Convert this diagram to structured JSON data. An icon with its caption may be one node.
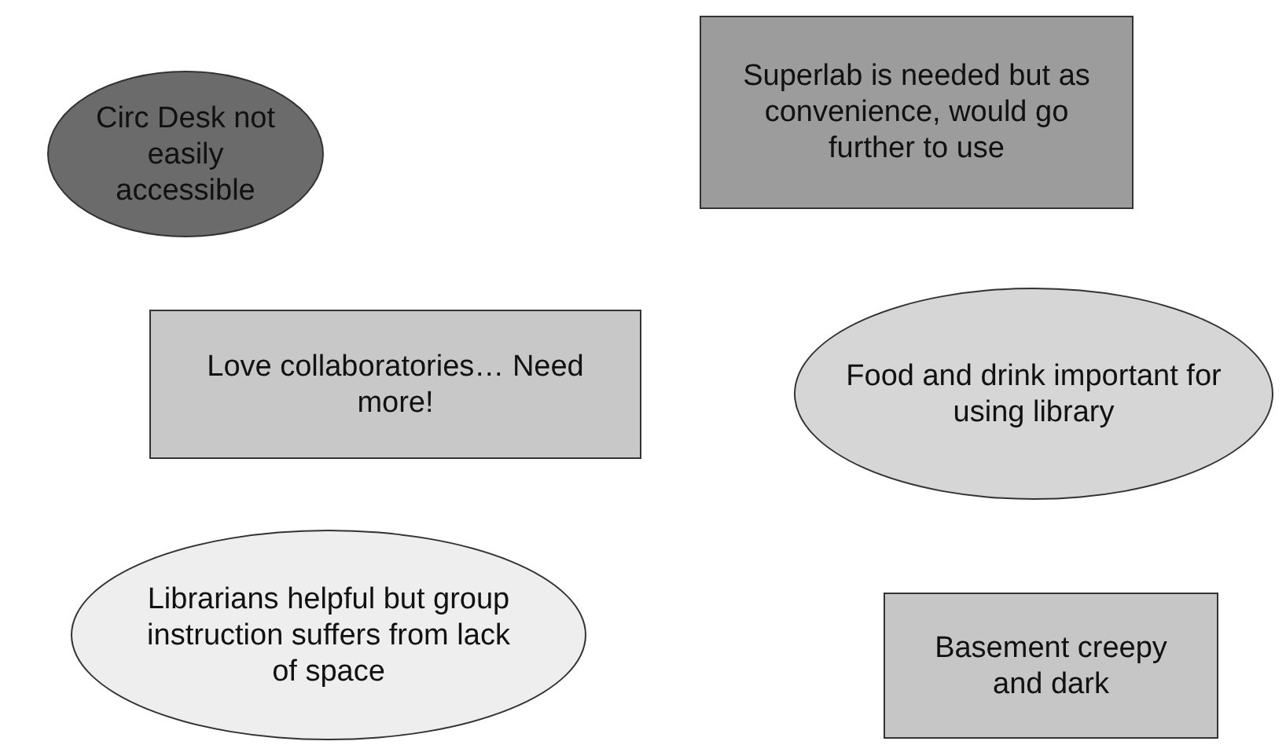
{
  "diagram": {
    "nodes": [
      {
        "text": [
          "Circ Desk not easily accessible"
        ]
      },
      {
        "text": [
          "Superlab is needed but as convenience, would go further to use"
        ]
      },
      {
        "text": [
          "Love collaboratories… Need more!"
        ]
      },
      {
        "text": [
          "Food and drink important for using library"
        ]
      },
      {
        "text": [
          "Librarians helpful but group instruction suffers from lack of space"
        ]
      },
      {
        "text": [
          "Basement creepy and dark"
        ]
      }
    ]
  }
}
